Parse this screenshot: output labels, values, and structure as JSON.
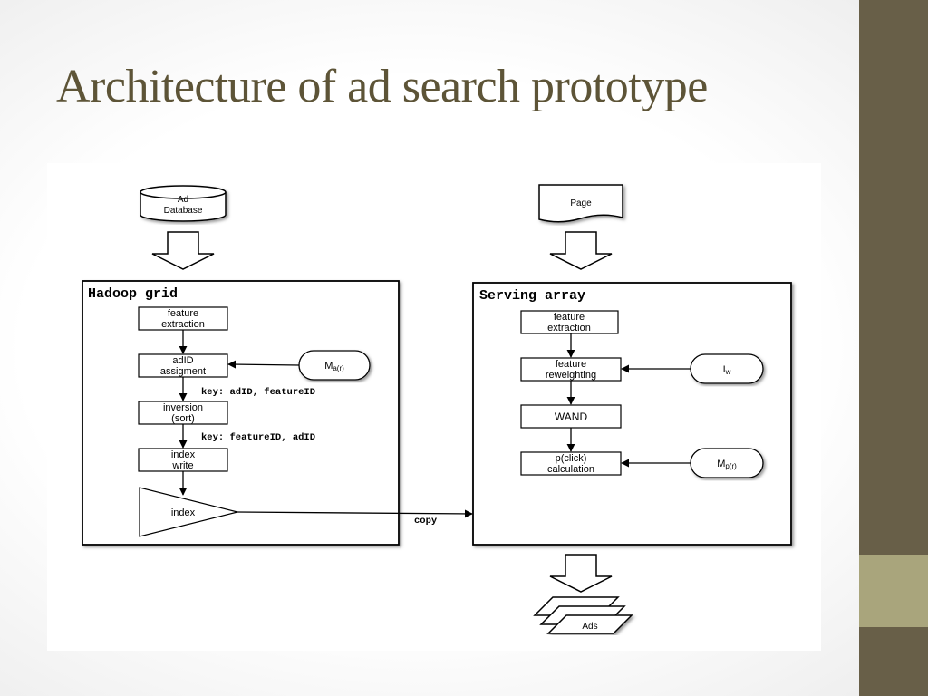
{
  "title": "Architecture of ad search prototype",
  "theme": {
    "sidebar": "#685f48",
    "accent": "#a9a57c",
    "title_color": "#5d5437"
  },
  "diagram": {
    "ad_database": [
      "Ad",
      "Database"
    ],
    "page": "Page",
    "hadoop": {
      "title": "Hadoop grid",
      "feature_extraction": [
        "feature",
        "extraction"
      ],
      "adid_assignment": [
        "adID",
        "assigment"
      ],
      "inversion": [
        "inversion",
        "(sort)"
      ],
      "index_write": [
        "index",
        "write"
      ],
      "index": "index",
      "key1": "key: adID, featureID",
      "key2": "key: featureID, adID",
      "model_main": "M",
      "model_sub": "a(r)"
    },
    "serving": {
      "title": "Serving array",
      "feature_extraction": [
        "feature",
        "extraction"
      ],
      "feature_reweighting": [
        "feature",
        "reweighting"
      ],
      "wand": "WAND",
      "pclick": [
        "p(click)",
        "calculation"
      ],
      "iw_main": "I",
      "iw_sub": "w",
      "model_main": "M",
      "model_sub": "p(r)"
    },
    "copy": "copy",
    "ads": "Ads"
  }
}
